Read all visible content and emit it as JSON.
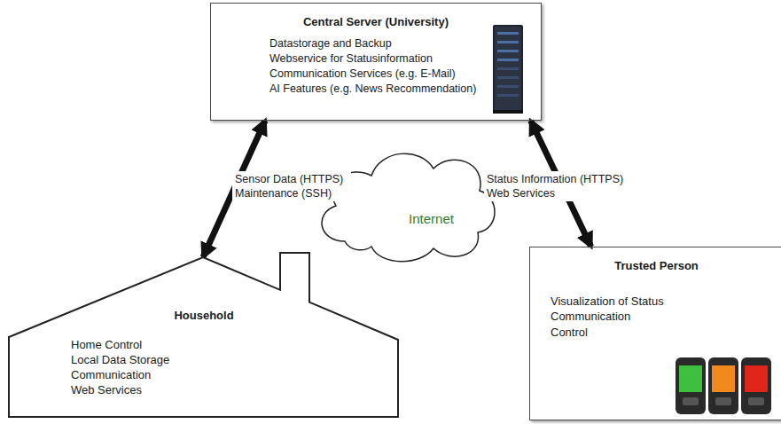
{
  "diagram": {
    "nodes": [
      {
        "text": [
          "Central Server (University)",
          "Datastorage and Backup",
          "Webservice for Statusinformation",
          "Communication Services (e.g. E-Mail)",
          "AI Features (e.g. News Recommendation)"
        ]
      },
      {
        "text": [
          "Internet"
        ]
      },
      {
        "text": [
          "Household",
          "Home Control",
          "Local Data Storage",
          "Communication",
          "Web Services"
        ]
      },
      {
        "text": [
          "Trusted Person",
          "Visualization of Status",
          "Communication",
          "Control"
        ]
      }
    ],
    "edges": [
      {
        "from": 2,
        "to": 0,
        "arrow": "both",
        "label": "Sensor Data (HTTPS) Maintenance (SSH)"
      },
      {
        "from": 0,
        "to": 3,
        "arrow": "both",
        "label": "Status Information (HTTPS) Web Services"
      }
    ]
  }
}
